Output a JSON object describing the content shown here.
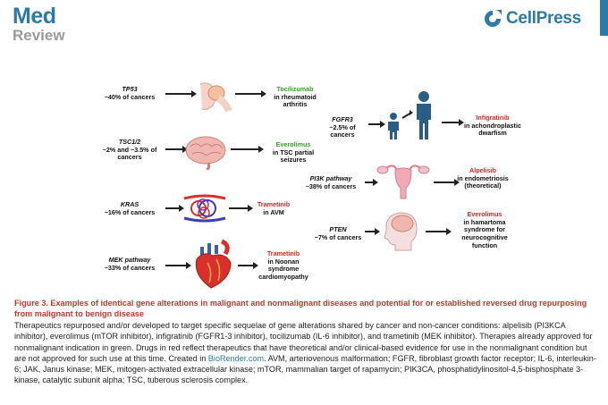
{
  "header": {
    "journal_name": "Med",
    "journal_section": "Review",
    "publisher": "CellPress",
    "accent_color": "#2b7aa8"
  },
  "figure": {
    "panels": [
      {
        "gene": "TP53",
        "frequency": "~40% of cancers",
        "drug": "Tocilizumab",
        "indication": "in rheumatoid arthritis",
        "drug_color": "green",
        "icon": "joint-icon"
      },
      {
        "gene": "TSC1/2",
        "frequency": "~2% and ~3.5% of cancers",
        "drug": "Everolimus",
        "indication": "in TSC partial seizures",
        "drug_color": "green",
        "icon": "brain-icon"
      },
      {
        "gene": "KRAS",
        "frequency": "~16% of cancers",
        "drug": "Trametinib",
        "indication": "in AVM",
        "drug_color": "red",
        "icon": "vessels-icon"
      },
      {
        "gene": "MEK pathway",
        "frequency": "~33% of cancers",
        "drug": "Trametinib",
        "indication": "in Noonan syndrome cardiomyopathy",
        "drug_color": "red",
        "icon": "heart-icon"
      },
      {
        "gene": "FGFR3",
        "frequency": "~2.5% of cancers",
        "drug": "Infigratinib",
        "indication": "in achondroplastic dwarfism",
        "drug_color": "red",
        "icon": "people-icon"
      },
      {
        "gene": "PI3K pathway",
        "frequency": "~38% of cancers",
        "drug": "Alpelisib",
        "indication": "in endometriosis (theoretical)",
        "drug_color": "red",
        "icon": "uterus-icon"
      },
      {
        "gene": "PTEN",
        "frequency": "~7% of cancers",
        "drug": "Everolimus",
        "indication": "in hamartoma syndrome for neurocognitive function",
        "drug_color": "red",
        "icon": "head-icon"
      }
    ]
  },
  "caption": {
    "title": "Figure 3.  Examples of identical gene alterations in malignant and nonmalignant diseases and potential for or established reversed drug repurposing from malignant to benign disease",
    "body_before_link": "Therapeutics repurposed and/or developed to target specific sequelae of gene alterations shared by cancer and non-cancer conditions: alpelisib (PI3KCA inhibitor), everolimus (mTOR inhibitor), infigratinib (FGFR1-3 inhibitor), tocilizumab (IL-6 inhibitor), and trametinib (MEK inhibitor). Therapies already approved for nonmalignant indication in green. Drugs in red reflect therapeutics that have theoretical and/or clinical-based evidence for use in the nonmalignant condition but are not approved for such use at this time. Created in ",
    "link_text": "BioRender.com",
    "body_after_link": ". AVM, arteriovenous malformation; FGFR, fibroblast growth factor receptor; IL-6, interleukin-6; JAK, Janus kinase; MEK, mitogen-activated extracellular kinase; mTOR, mammalian target of rapamycin; PIK3CA, phosphatidylinositol-4,5-bisphosphate 3-kinase, catalytic subunit alpha; TSC, tuberous sclerosis complex."
  }
}
